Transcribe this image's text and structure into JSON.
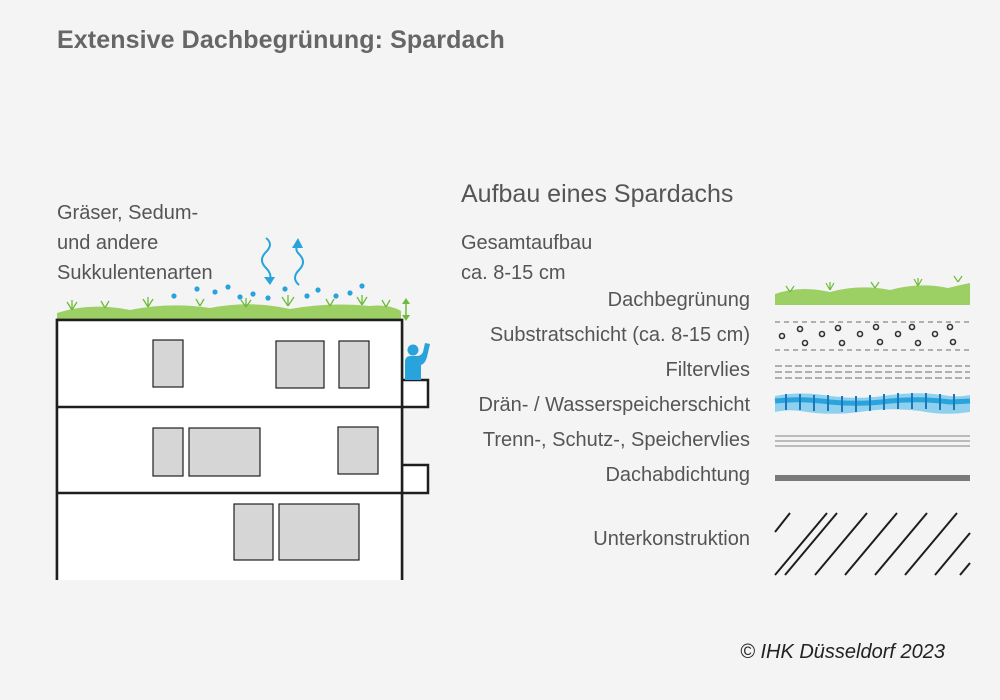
{
  "title": "Extensive Dachbegrünung: Spardach",
  "plants_note": [
    "Gräser, Sedum-",
    "und andere",
    "Sukkulentenarten"
  ],
  "section_title": "Aufbau eines Spardachs",
  "total_build": [
    "Gesamtaufbau",
    "ca. 8-15 cm"
  ],
  "layers": [
    {
      "label": "Dachbegrünung",
      "pattern": "green-vegetation"
    },
    {
      "label": "Substratschicht (ca. 8-15 cm)",
      "pattern": "circles-dashed"
    },
    {
      "label": "Filtervlies",
      "pattern": "double-dashed"
    },
    {
      "label": "Drän- / Wasserspeicherschicht",
      "pattern": "blue-band"
    },
    {
      "label": "Trenn-, Schutz-, Speichervlies",
      "pattern": "triple-lines"
    },
    {
      "label": "Dachabdichtung",
      "pattern": "thick-gray-line"
    },
    {
      "label": "Unterkonstruktion",
      "pattern": "diagonal-hatch"
    }
  ],
  "copyright": "© IHK Düsseldorf 2023",
  "colors": {
    "green": "#9ccf64",
    "blue": "#29a3dc",
    "light_blue": "#8fd0ef",
    "window_gray": "#d6d6d6",
    "outline": "#1e1e1e",
    "text": "#555555"
  }
}
